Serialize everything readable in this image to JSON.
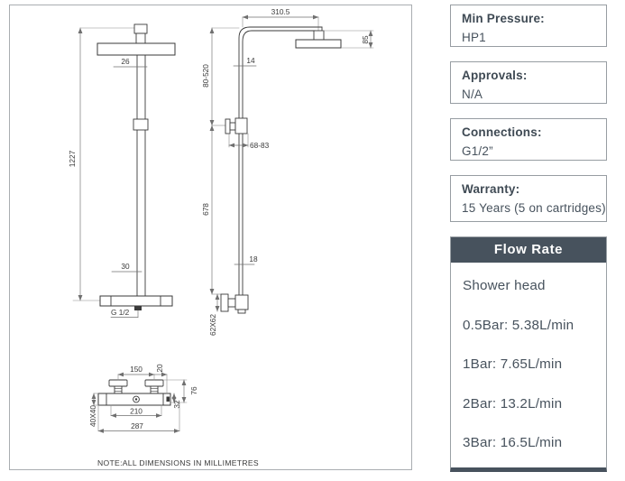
{
  "colors": {
    "accent_slate": "#47525d",
    "box_border": "#979da2",
    "panel_border": "#a9adb1",
    "text_slate": "#3f4a54",
    "drawing_line": "#3a3a3a"
  },
  "spec_boxes": [
    {
      "label": "Min Pressure:",
      "value": "HP1"
    },
    {
      "label": "Approvals:",
      "value": "N/A"
    },
    {
      "label": "Connections:",
      "value": "G1/2”"
    },
    {
      "label": "Warranty:",
      "value": "15 Years (5 on cartridges)"
    }
  ],
  "flow_rate": {
    "title": "Flow Rate",
    "rows": [
      "Shower head",
      "0.5Bar: 5.38L/min",
      "1Bar: 7.65L/min",
      "2Bar: 13.2L/min",
      "3Bar: 16.5L/min"
    ]
  },
  "drawing": {
    "note": "NOTE:ALL DIMENSIONS IN MILLIMETRES",
    "front_view": {
      "overall_height": "1227",
      "upper_pipe": "26",
      "lower_pipe": "30",
      "outlet_thread": "G 1/2"
    },
    "side_view": {
      "arm_reach": "310.5",
      "head_drop": "85",
      "arm_pipe": "14",
      "upper_adjust": "80-520",
      "wall_bracket": "68-83",
      "lower_height": "678",
      "lower_pipe": "18",
      "elbow_plate": "62X62"
    },
    "valve_view": {
      "handle_spacing": "150",
      "handle_offset": "20",
      "handle_height": "76",
      "body_section": "40X40",
      "inlet_spacing": "210",
      "body_offset": "32",
      "overall_width": "287"
    }
  }
}
